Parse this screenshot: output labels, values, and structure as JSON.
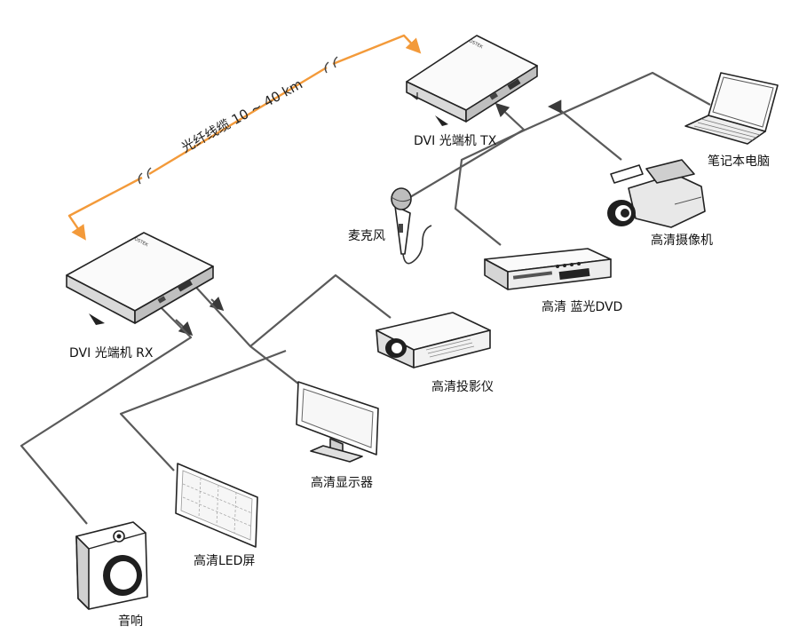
{
  "labels": {
    "tx": "DVI 光端机 TX",
    "rx": "DVI 光端机 RX",
    "fiber": "光纤线缆 10 ~ 40 km",
    "laptop": "笔记本电脑",
    "camcorder": "高清摄像机",
    "microphone": "麦克风",
    "bluray": "高清 蓝光DVD",
    "projector": "高清投影仪",
    "monitor": "高清显示器",
    "led_screen": "高清LED屏",
    "speaker": "音响"
  },
  "brand_mark": "OSTEK",
  "colors": {
    "fiber": "#f39a3a",
    "cable": "#5a5a5a",
    "device_outline": "#222222"
  }
}
